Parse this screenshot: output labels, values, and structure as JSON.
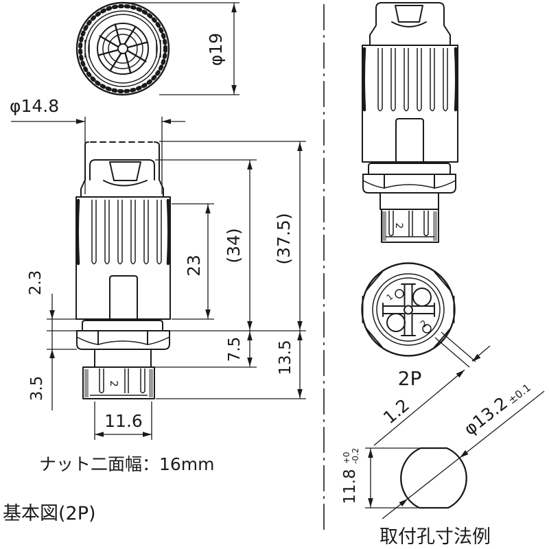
{
  "figure_left": {
    "caption": "基本図(2P)",
    "note": "ナット二面幅：16mm",
    "dimensions": {
      "knob_diameter": "φ19",
      "body_diameter": "φ14.8",
      "grip_length": "23",
      "overall_34": "(34)",
      "overall_37_5": "(37.5)",
      "washer_thickness": "2.3",
      "nut_thickness": "3.5",
      "thread_length": "7.5",
      "rear_length": "13.5",
      "terminal_width": "11.6"
    },
    "terminal_mark": "2"
  },
  "figure_right": {
    "caption": "取付孔寸法例",
    "connector_label": "2P",
    "dimensions": {
      "key_width": "1.2",
      "hole_diameter": "φ13.2",
      "hole_diameter_tolerance": "±0.1",
      "hole_width": "11.8",
      "hole_width_tolerance_upper": "+0",
      "hole_width_tolerance_lower": "-0.2"
    },
    "pin_labels": {
      "pin1": "1",
      "pin2": "2"
    },
    "terminal_mark": "2"
  },
  "colors": {
    "line": "#1a1a1a",
    "background": "#ffffff",
    "shade": "#9a9a9a"
  }
}
